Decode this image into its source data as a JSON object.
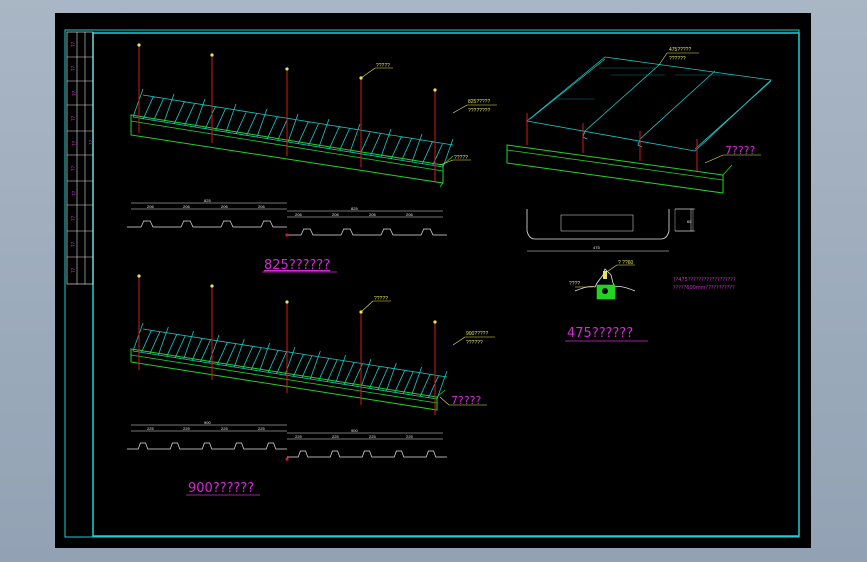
{
  "colors": {
    "background": "#000000",
    "frame": "#19d2d2",
    "panel": "#19c8c8",
    "trim": "#22d422",
    "fastener": "#d41a1a",
    "label": "#d42ad4",
    "leader": "#e6e65a",
    "dimension": "#e6e6e6",
    "desktop": "#9eadbe"
  },
  "sheet1": {
    "title": "825??????",
    "callout_top": "?????",
    "callout_right_1": "825?????",
    "callout_right_2": "????????",
    "callout_lower": "?????",
    "dim_total_left": "825",
    "dim_total_right": "825",
    "dim_ribs_left": [
      "206",
      "206",
      "206",
      "206"
    ],
    "dim_ribs_right": [
      "206",
      "206",
      "206",
      "206"
    ]
  },
  "sheet2": {
    "title": "900??????",
    "callout_top": "?????",
    "callout_right_1": "900?????",
    "callout_right_2": "??????",
    "callout_lower": "7????",
    "dim_total_left": "900",
    "dim_total_right": "900",
    "dim_ribs_left": [
      "225",
      "225",
      "225",
      "225"
    ],
    "dim_ribs_right": [
      "225",
      "225",
      "225",
      "225"
    ]
  },
  "sheet3": {
    "title": "475??????",
    "callout_top_1": "475?????",
    "callout_top_2": "??????",
    "callout_lower": "7????",
    "profile_width": "475",
    "profile_height": "65",
    "clip_label": "? ??60",
    "clip_left": "????",
    "note_1": "??475??????????????????",
    "note_2": "?????600mm???????????"
  },
  "title_block": [
    "??",
    "??",
    "??",
    "??",
    "??",
    "??",
    "??",
    "??",
    "??",
    "??"
  ]
}
